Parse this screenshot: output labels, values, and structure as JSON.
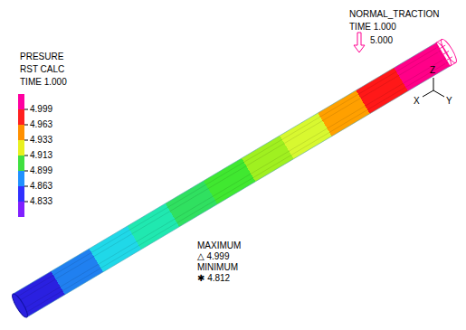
{
  "diagram": {
    "labels": [
      "PRESURE",
      "RST CALC",
      "TIME 1.000",
      "NORMAL_TRACTION",
      "TIME 1.000",
      "5.000",
      "Z",
      "X",
      "Y",
      "MAXIMUM",
      "△ 4.999",
      "MINIMUM",
      "✱ 4.812"
    ],
    "legend": [
      {
        "text": "4.999",
        "color": "#ff00a0"
      },
      {
        "text": "4.963",
        "color": "#ff2020"
      },
      {
        "text": "4.933",
        "color": "#ff9000"
      },
      {
        "text": "4.913",
        "color": "#e8f020"
      },
      {
        "text": "4.899",
        "color": "#40e040"
      },
      {
        "text": "4.863",
        "color": "#2090ff"
      },
      {
        "text": "4.833",
        "color": "#3030ff"
      }
    ]
  }
}
